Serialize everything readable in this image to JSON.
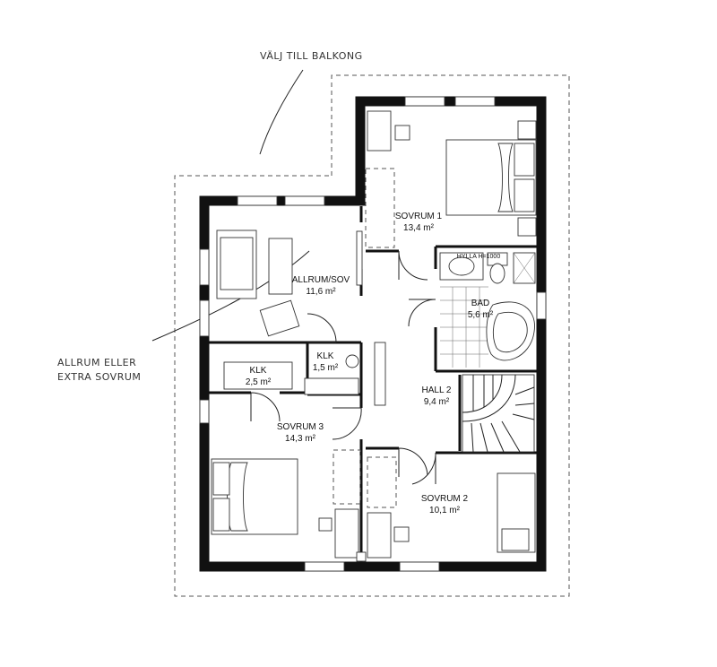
{
  "annotations": {
    "balcony": "VÄLJ TILL BALKONG",
    "allrum_line1": "ALLRUM ELLER",
    "allrum_line2": "EXTRA SOVRUM"
  },
  "rooms": {
    "sovrum1": {
      "name": "SOVRUM 1",
      "area": "13,4 m²"
    },
    "allrum": {
      "name": "ALLRUM/SOV",
      "area": "11,6 m²"
    },
    "bad": {
      "name": "BAD",
      "area": "5,6 m²",
      "shelf": "HYLLA H=1000"
    },
    "klk1": {
      "name": "KLK",
      "area": "2,5 m²"
    },
    "klk2": {
      "name": "KLK",
      "area": "1,5 m²"
    },
    "hall2": {
      "name": "HALL 2",
      "area": "9,4 m²"
    },
    "sovrum3": {
      "name": "SOVRUM 3",
      "area": "14,3 m²"
    },
    "sovrum2": {
      "name": "SOVRUM 2",
      "area": "10,1 m²"
    }
  }
}
